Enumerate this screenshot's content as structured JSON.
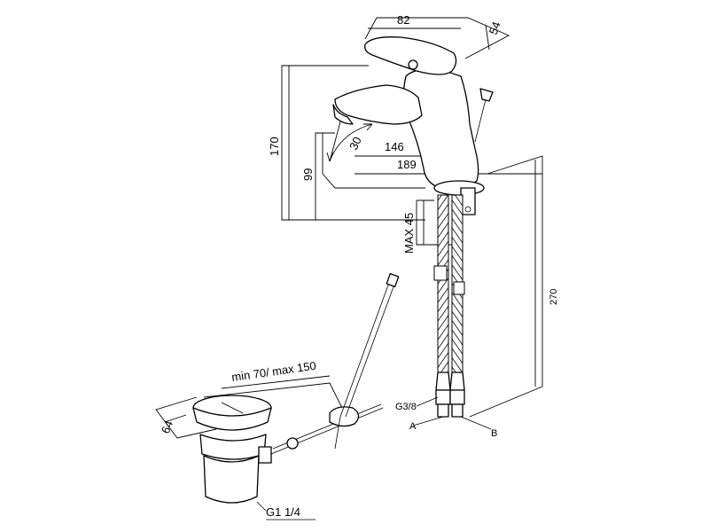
{
  "dimensions": {
    "width": "82",
    "depth": "54",
    "height": "170",
    "spout_height": "99",
    "angle": "30",
    "spout_reach": "146",
    "total_depth": "189",
    "max_thickness": "MAX 45",
    "hose_length": "270",
    "thread_hose": "G3/8",
    "hose_a": "A",
    "hose_b": "B",
    "rod_range": "min 70/ max 150",
    "plug_dia": "64",
    "waste_thread": "G1 1/4"
  }
}
